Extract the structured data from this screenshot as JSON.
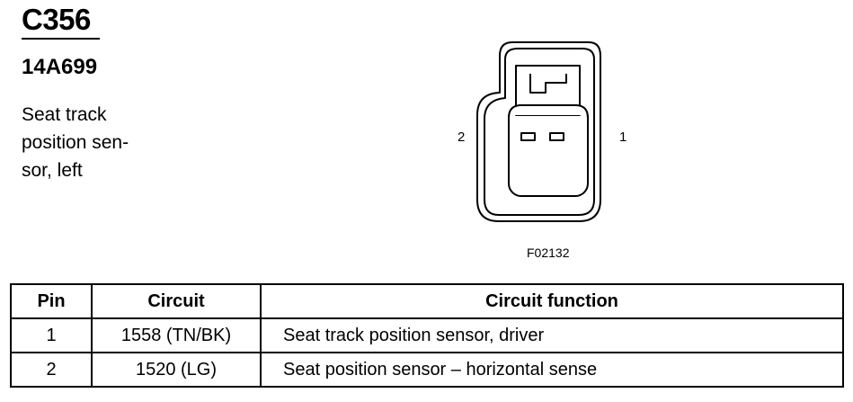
{
  "header": {
    "connector_id": "C356",
    "part_number": "14A699",
    "description_lines": [
      "Seat track",
      "position sen-",
      "sor, left"
    ]
  },
  "diagram": {
    "pin_labels": {
      "left": "2",
      "right": "1"
    },
    "figure_code": "F02132"
  },
  "table": {
    "headers": {
      "pin": "Pin",
      "circuit": "Circuit",
      "function": "Circuit function"
    },
    "rows": [
      {
        "pin": "1",
        "circuit": "1558 (TN/BK)",
        "function": "Seat track position sensor, driver"
      },
      {
        "pin": "2",
        "circuit": "1520 (LG)",
        "function": "Seat position sensor – horizontal sense"
      }
    ]
  }
}
